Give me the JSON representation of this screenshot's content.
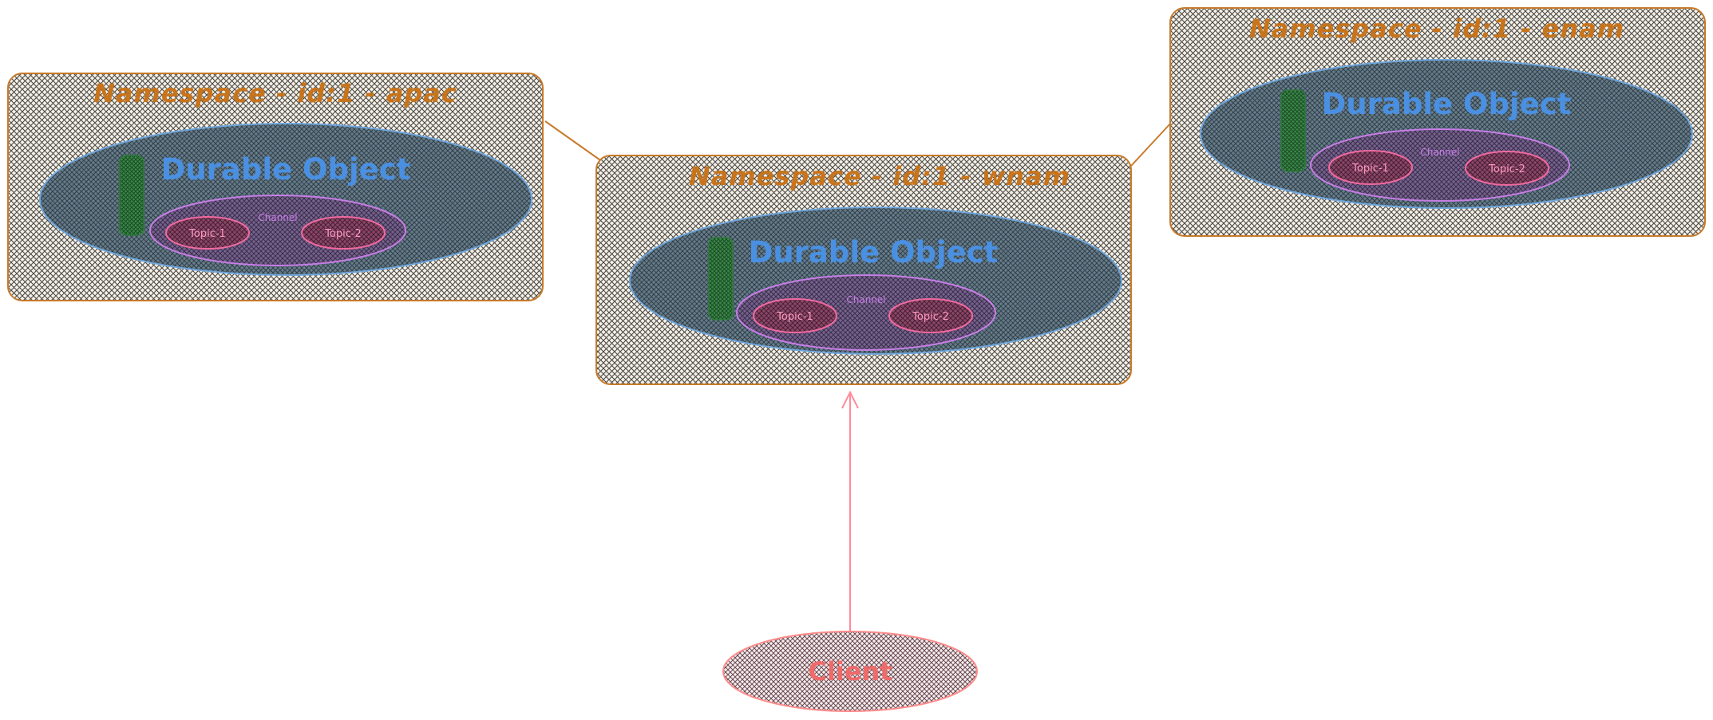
{
  "colors": {
    "namespace_stroke": "#c87a2a",
    "namespace_text": "#c8741c",
    "hatch_dark": "#5a564e",
    "durable_fill": "#4c6a7e",
    "durable_stroke": "#6fa6dc",
    "durable_text": "#4a90e2",
    "channel_fill": "#6e5a88",
    "channel_stroke": "#c77ee6",
    "channel_text": "#c77ee6",
    "topic_fill": "#7a3a5c",
    "topic_stroke": "#f06aa0",
    "topic_text": "#ff8ab4",
    "bar_fill": "#2f7a3c",
    "client_stroke": "#ff8a8a",
    "client_text": "#f06a6a",
    "arrow": "#ff8a9a",
    "connector": "#c87a2a"
  },
  "namespaces": {
    "apac": {
      "label": "Namespace - id:1 - apac",
      "durable_object": "Durable Object",
      "channel": "Channel",
      "topics": [
        "Topic-1",
        "Topic-2"
      ]
    },
    "wnam": {
      "label": "Namespace - id:1 - wnam",
      "durable_object": "Durable Object",
      "channel": "Channel",
      "topics": [
        "Topic-1",
        "Topic-2"
      ]
    },
    "enam": {
      "label": "Namespace - id:1 - enam",
      "durable_object": "Durable Object",
      "channel": "Channel",
      "topics": [
        "Topic-1",
        "Topic-2"
      ]
    }
  },
  "client": {
    "label": "Client"
  }
}
